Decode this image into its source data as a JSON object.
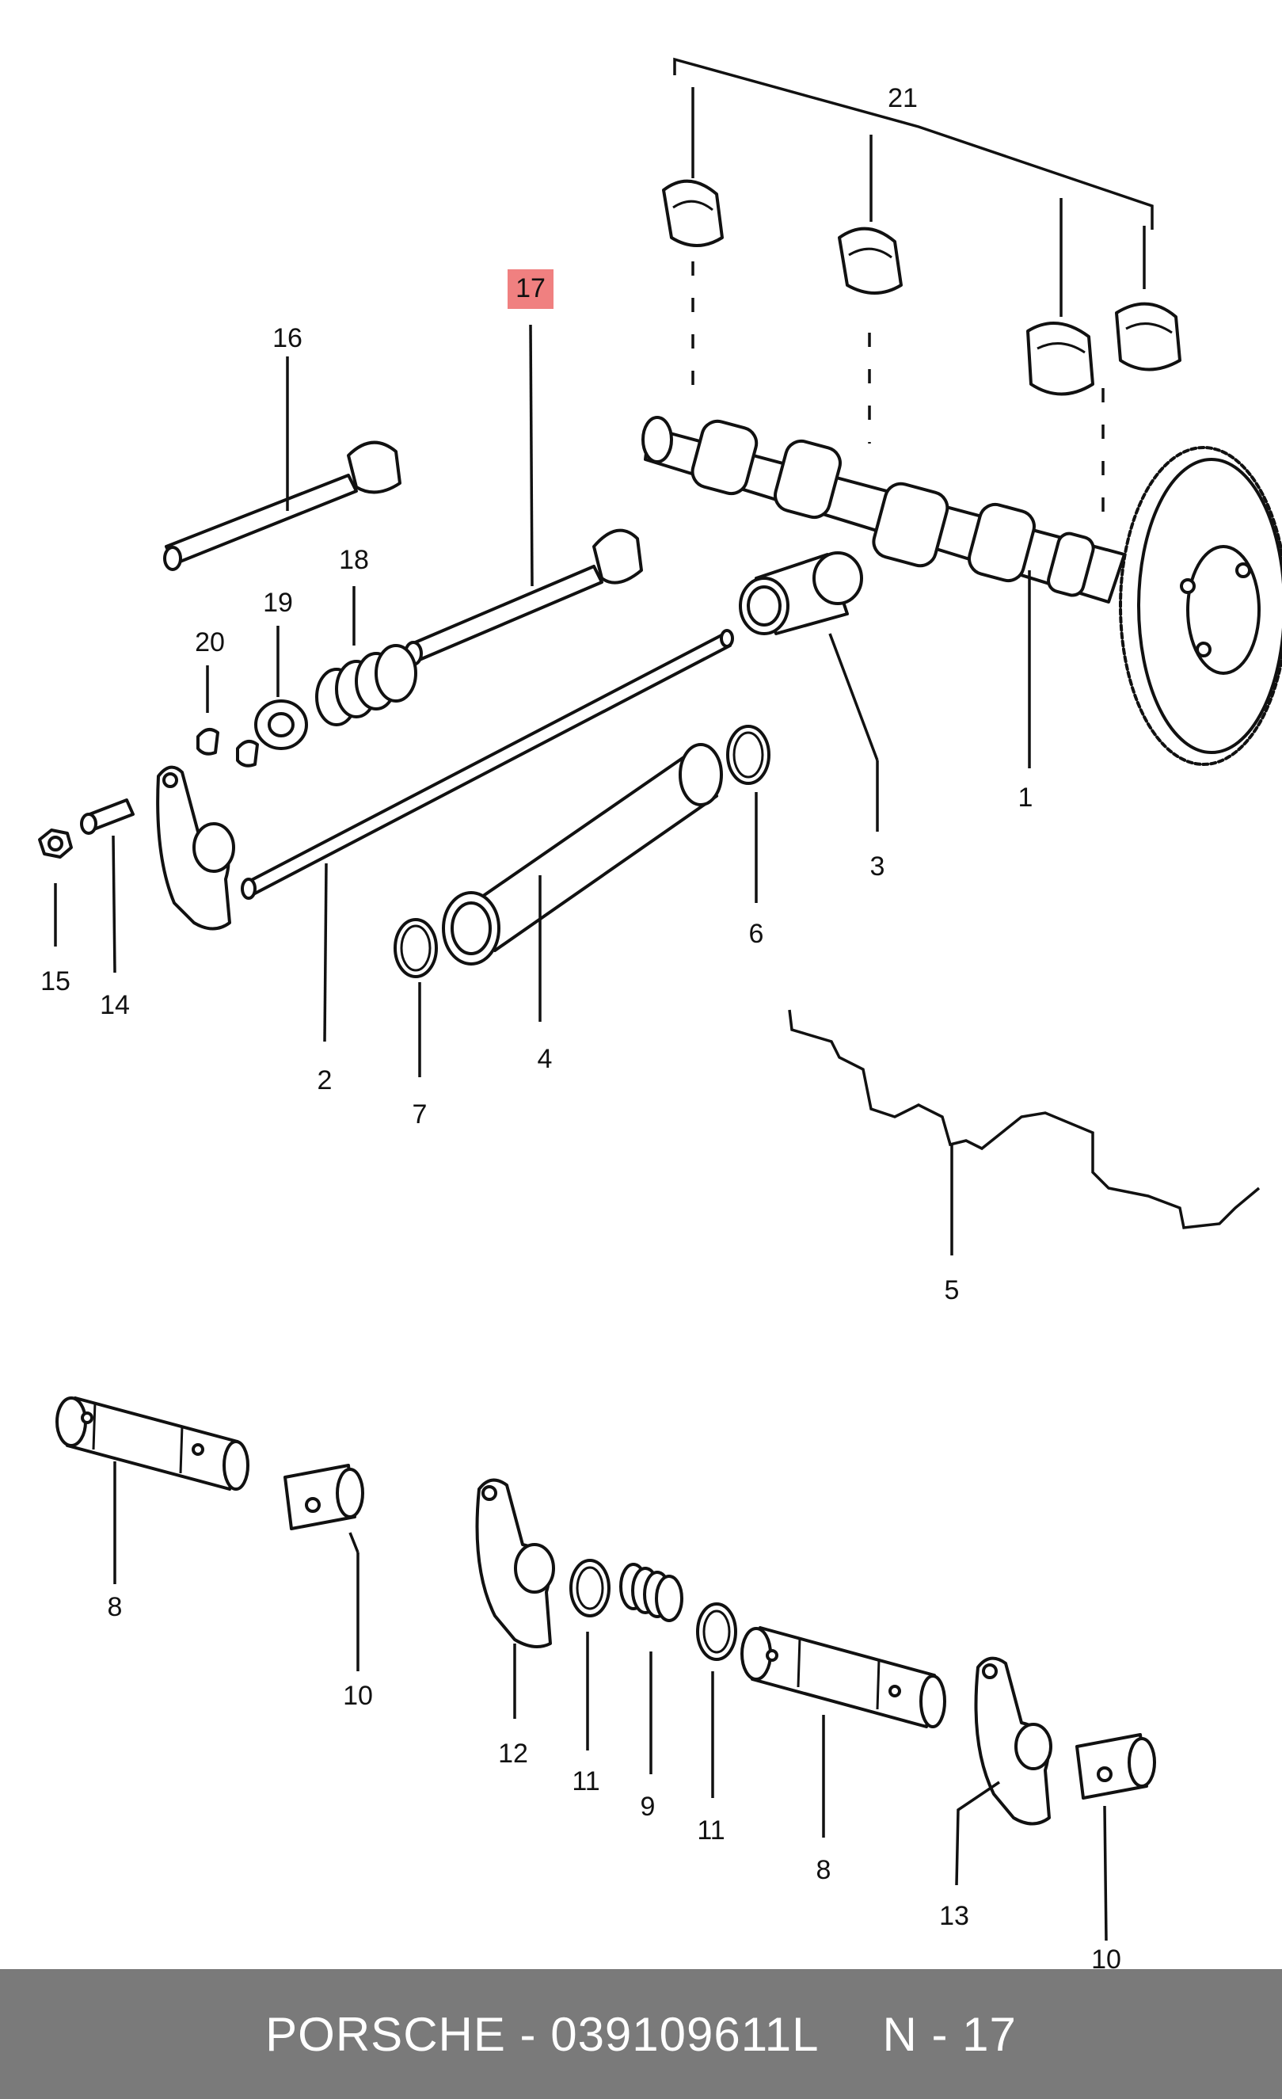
{
  "diagram": {
    "highlighted_label": "17",
    "labels": {
      "p1": "1",
      "p2": "2",
      "p3": "3",
      "p4": "4",
      "p5": "5",
      "p6": "6",
      "p7": "7",
      "p8a": "8",
      "p8b": "8",
      "p9": "9",
      "p10a": "10",
      "p10b": "10",
      "p11a": "11",
      "p11b": "11",
      "p12": "12",
      "p13": "13",
      "p14": "14",
      "p15": "15",
      "p16": "16",
      "p18": "18",
      "p19": "19",
      "p20": "20",
      "p21": "21"
    },
    "highlight_color": "#f08080"
  },
  "footer": {
    "brand_part": "PORSCHE - 039109611L",
    "ref": "N - 17"
  }
}
